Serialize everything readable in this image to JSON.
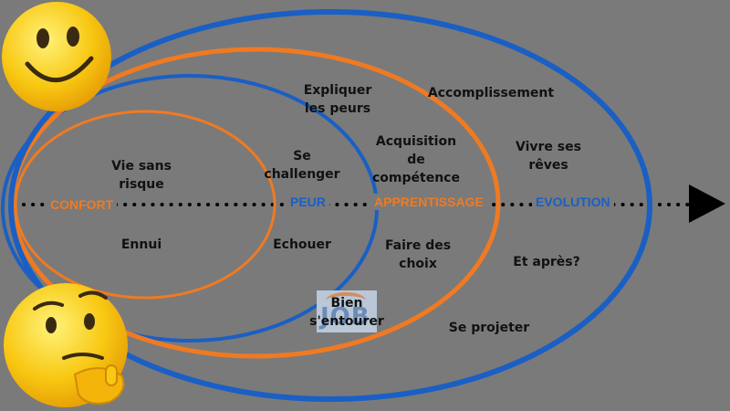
{
  "colors": {
    "background": "#7a7a7a",
    "orange": "#f07a22",
    "blue": "#1a5fc4",
    "text": "#111111",
    "arrow": "#000000"
  },
  "zones": {
    "confort": "CONFORT",
    "peur": "PEUR",
    "apprentissage": "APPRENTISSAGE",
    "evolution": "EVOLUTION"
  },
  "labels": {
    "vie_sans_risque": "Vie sans\nrisque",
    "ennui": "Ennui",
    "se_challenger": "Se\nchallenger",
    "echouer": "Echouer",
    "expliquer_les_peurs": "Expliquer\nles peurs",
    "acquisition": "Acquisition\nde\ncompétence",
    "faire_des_choix": "Faire des\nchoix",
    "bien_sentourer": "Bien\ns'entourer",
    "accomplissement": "Accomplissement",
    "vivre_ses_reves": "Vivre ses\nrêves",
    "et_apres": "Et après?",
    "se_projeter": "Se projeter"
  },
  "icons": {
    "top_emoji": "smiling-face-emoji",
    "bottom_emoji": "thinking-face-emoji",
    "logo": "job-logo"
  }
}
